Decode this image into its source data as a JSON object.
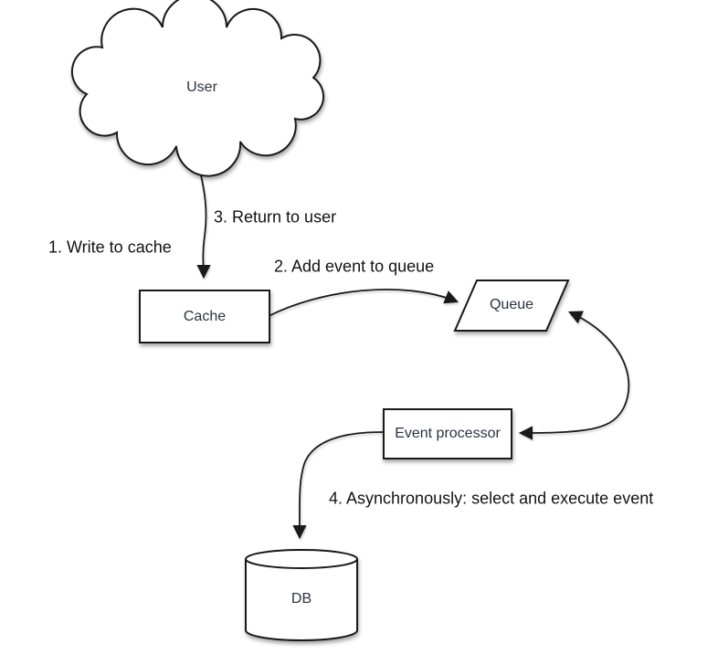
{
  "diagram": {
    "type": "flow-diagram",
    "nodes": {
      "user": {
        "label": "User",
        "shape": "cloud"
      },
      "cache": {
        "label": "Cache",
        "shape": "rectangle"
      },
      "queue": {
        "label": "Queue",
        "shape": "parallelogram"
      },
      "event_processor": {
        "label": "Event processor",
        "shape": "rectangle"
      },
      "db": {
        "label": "DB",
        "shape": "cylinder"
      }
    },
    "steps": {
      "step1": "1. Write to cache",
      "step2": "2. Add event to queue",
      "step3": "3. Return to user",
      "step4": "4. Asynchronously: select and execute event"
    },
    "edges": [
      {
        "from": "user",
        "to": "cache",
        "direction": "one-way",
        "labels": [
          "1. Write to cache",
          "3. Return to user"
        ]
      },
      {
        "from": "cache",
        "to": "queue",
        "direction": "one-way",
        "labels": [
          "2. Add event to queue"
        ]
      },
      {
        "from": "queue",
        "to": "event_processor",
        "direction": "two-way",
        "labels": []
      },
      {
        "from": "event_processor",
        "to": "db",
        "direction": "one-way",
        "labels": [
          "4. Asynchronously: select and execute event"
        ]
      }
    ],
    "colors": {
      "background": "#ffffff",
      "stroke": "#1a1a1a",
      "node_fill": "#ffffff",
      "step_text": "#121212",
      "node_text": "#2b3240"
    }
  }
}
